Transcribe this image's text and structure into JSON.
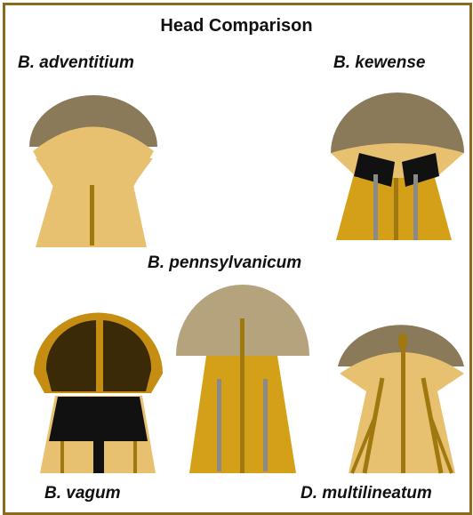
{
  "title": "Head Comparison",
  "species": {
    "adventitium": "B. adventitium",
    "kewense": "B. kewense",
    "pennsylvanicum": "B. pennsylvanicum",
    "vagum": "B. vagum",
    "multilineatum": "D. multilineatum"
  },
  "colors": {
    "frame": "#8b6a1c",
    "pale_body": "#e8c170",
    "gold_body": "#d4a018",
    "brown_cap": "#8b7a5a",
    "gray_cap": "#b5a37e",
    "dark_cap": "#3a2a08",
    "black_band": "#111111",
    "stripe_gray": "#8a8a8a",
    "stripe_brown": "#a07810"
  }
}
